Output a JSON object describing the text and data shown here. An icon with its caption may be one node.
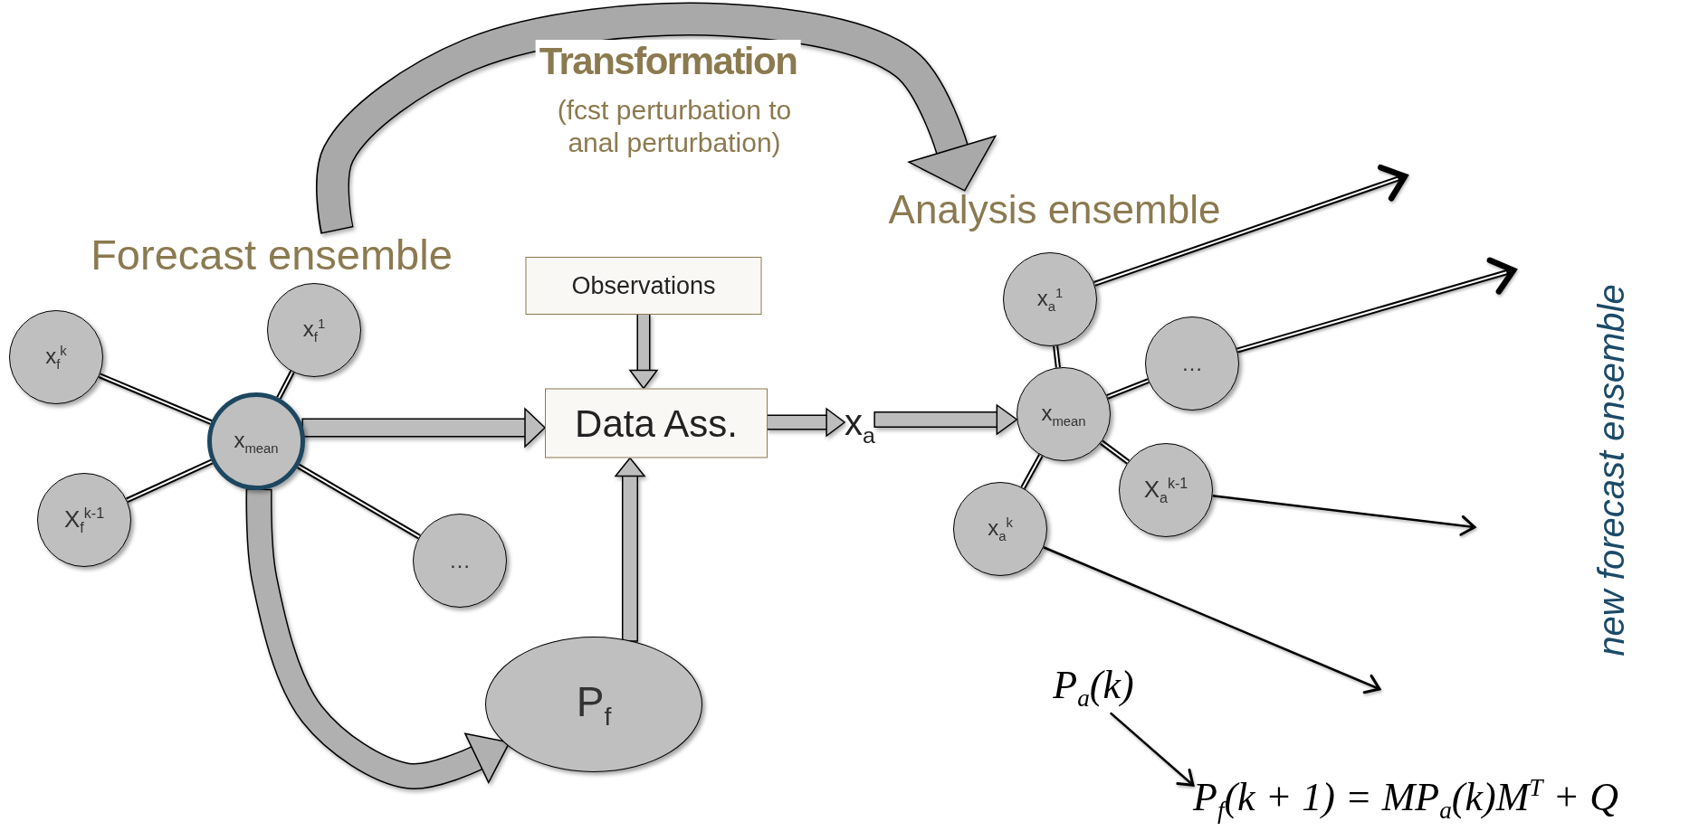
{
  "diagram": {
    "nodes": [
      {
        "text": [
          "Forecast ensemble"
        ]
      },
      {
        "text": [
          "x$_{f}$$^{k}$"
        ]
      },
      {
        "text": [
          "x$_{f}$$^{1}$"
        ]
      },
      {
        "text": [
          "x$_{mean}$"
        ]
      },
      {
        "text": [
          "X$_{f}$$^{k-1}$"
        ]
      },
      {
        "text": [
          "…"
        ]
      },
      {
        "text": [
          "Observations"
        ]
      },
      {
        "text": [
          "Data Ass."
        ]
      },
      {
        "text": [
          "P$_{f}$"
        ]
      },
      {
        "text": [
          "x$_{a}$"
        ]
      },
      {
        "text": [
          "Analysis ensemble"
        ]
      },
      {
        "text": [
          "x$_{a}$$^{1}$"
        ]
      },
      {
        "text": [
          "x$_{mean}$"
        ]
      },
      {
        "text": [
          "…"
        ]
      },
      {
        "text": [
          "X$_{a}$$^{k-1}$"
        ]
      },
      {
        "text": [
          "x$_{a}$$^{k}$"
        ]
      },
      {
        "text": [
          "P$_{a}$(k)"
        ]
      },
      {
        "text": [
          "P$_{f}$(k + 1) = MP$_{a}$(k)M$^{T}$ + Q"
        ]
      }
    ],
    "edges": [
      {
        "from": 3,
        "to": 1,
        "arrow": "none"
      },
      {
        "from": 3,
        "to": 2,
        "arrow": "none"
      },
      {
        "from": 3,
        "to": 4,
        "arrow": "none"
      },
      {
        "from": 3,
        "to": 5,
        "arrow": "none"
      },
      {
        "from": 3,
        "to": 7,
        "arrow": "to",
        "style": "thick",
        "color": "#bdbdbd"
      },
      {
        "from": 6,
        "to": 7,
        "arrow": "to",
        "style": "thick",
        "color": "#bdbdbd"
      },
      {
        "from": 8,
        "to": 7,
        "arrow": "to",
        "style": "thick",
        "color": "#bdbdbd"
      },
      {
        "from": 7,
        "to": 9,
        "arrow": "to",
        "style": "thick",
        "color": "#bdbdbd"
      },
      {
        "from": 9,
        "to": 12,
        "arrow": "to",
        "style": "thick",
        "color": "#bdbdbd"
      },
      {
        "from": 12,
        "to": 11,
        "arrow": "none"
      },
      {
        "from": 12,
        "to": 13,
        "arrow": "none"
      },
      {
        "from": 12,
        "to": 14,
        "arrow": "none"
      },
      {
        "from": 12,
        "to": 15,
        "arrow": "none"
      },
      {
        "from": 0,
        "to": 10,
        "arrow": "to",
        "style": "thick",
        "color": "#a9a9a9",
        "label": "Transformation"
      },
      {
        "from": 3,
        "to": 8,
        "arrow": "to",
        "style": "thick",
        "color": "#b0b0b0"
      },
      {
        "from": 11,
        "to": null,
        "arrow": "to"
      },
      {
        "from": 13,
        "to": null,
        "arrow": "to"
      },
      {
        "from": 14,
        "to": null,
        "arrow": "to"
      },
      {
        "from": 15,
        "to": null,
        "arrow": "to"
      },
      {
        "from": 16,
        "to": 17,
        "arrow": "to"
      }
    ],
    "labels": [
      "(fcst perturbation to anal perturbation)",
      "new forecast ensemble"
    ]
  }
}
